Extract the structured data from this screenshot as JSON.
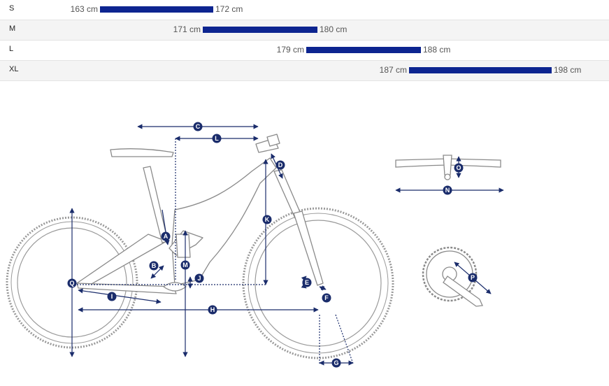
{
  "size_chart": {
    "rows": [
      {
        "size": "S",
        "min": "163 cm",
        "max": "172 cm"
      },
      {
        "size": "M",
        "min": "171 cm",
        "max": "180 cm"
      },
      {
        "size": "L",
        "min": "179 cm",
        "max": "188 cm"
      },
      {
        "size": "XL",
        "min": "187 cm",
        "max": "198 cm"
      }
    ]
  },
  "geometry_markers": [
    "A",
    "B",
    "C",
    "D",
    "E",
    "F",
    "G",
    "H",
    "I",
    "J",
    "K",
    "L",
    "M",
    "N",
    "O",
    "P",
    "Q"
  ],
  "colors": {
    "bar": "#0d2590",
    "marker": "#1a2c6b",
    "outline": "#8a8a8a"
  }
}
